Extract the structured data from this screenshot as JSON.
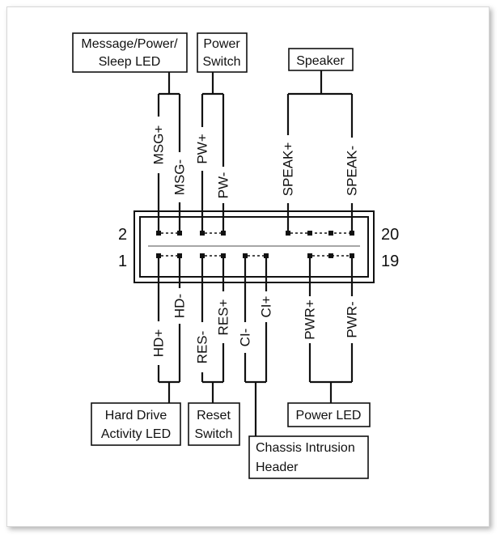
{
  "boxes": {
    "msg_led": [
      "Message/Power/",
      "Sleep LED"
    ],
    "power_switch": [
      "Power",
      "Switch"
    ],
    "speaker": [
      "Speaker"
    ],
    "hdd_led": [
      "Hard Drive",
      "Activity LED"
    ],
    "reset_switch": [
      "Reset",
      "Switch"
    ],
    "chassis": [
      "Chassis Intrusion",
      "Header"
    ],
    "power_led": [
      "Power LED"
    ]
  },
  "pins_top": [
    "MSG+",
    "MSG-",
    "PW+",
    "PW-",
    "SPEAK+",
    "SPEAK-"
  ],
  "pins_bottom": [
    "HD+",
    "HD-",
    "RES-",
    "RES+",
    "CI-",
    "CI+",
    "PWR+",
    "PWR-"
  ],
  "pin_numbers": {
    "top_left": "2",
    "bottom_left": "1",
    "top_right": "20",
    "bottom_right": "19"
  }
}
